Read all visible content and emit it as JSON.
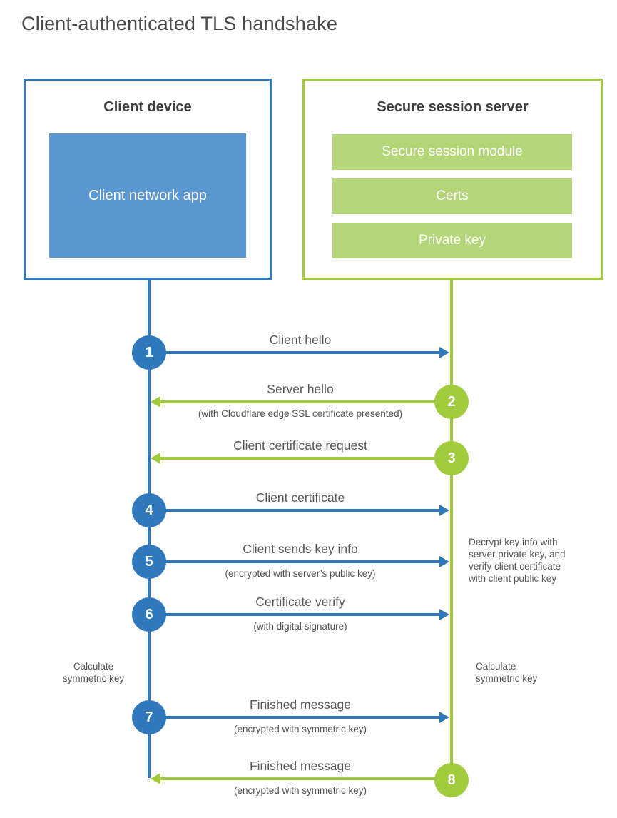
{
  "title": "Client-authenticated TLS handshake",
  "colors": {
    "blue": "#2f78bc",
    "blue_fill": "#5b97d0",
    "green": "#9fcb3d",
    "green_fill": "#b5d678"
  },
  "client_box": {
    "title": "Client device",
    "app_label": "Client network app"
  },
  "server_box": {
    "title": "Secure session server",
    "modules": {
      "0": "Secure session module",
      "1": "Certs",
      "2": "Private key"
    }
  },
  "steps": {
    "0": {
      "number": "1",
      "label": "Client hello",
      "direction": "right",
      "actor": "client"
    },
    "1": {
      "number": "2",
      "label": "Server hello",
      "sublabel": "(with Cloudflare edge SSL certificate presented)",
      "direction": "left",
      "actor": "server"
    },
    "2": {
      "number": "3",
      "label": "Client certificate request",
      "direction": "left",
      "actor": "server"
    },
    "3": {
      "number": "4",
      "label": "Client certificate",
      "direction": "right",
      "actor": "client"
    },
    "4": {
      "number": "5",
      "label": "Client sends key info",
      "sublabel": "(encrypted with server’s public key)",
      "direction": "right",
      "actor": "client"
    },
    "5": {
      "number": "6",
      "label": "Certificate verify",
      "sublabel": "(with digital signature)",
      "direction": "right",
      "actor": "client"
    },
    "6": {
      "number": "7",
      "label": "Finished message",
      "sublabel": "(encrypted with symmetric key)",
      "direction": "right",
      "actor": "client"
    },
    "7": {
      "number": "8",
      "label": "Finished message",
      "sublabel": "(encrypted with symmetric key)",
      "direction": "left",
      "actor": "server"
    }
  },
  "notes": {
    "decrypt": "Decrypt key info with\nserver private key, and\nverify client certificate\nwith client public key",
    "calc_left": "Calculate\nsymmetric key",
    "calc_right": "Calculate\nsymmetric key"
  }
}
